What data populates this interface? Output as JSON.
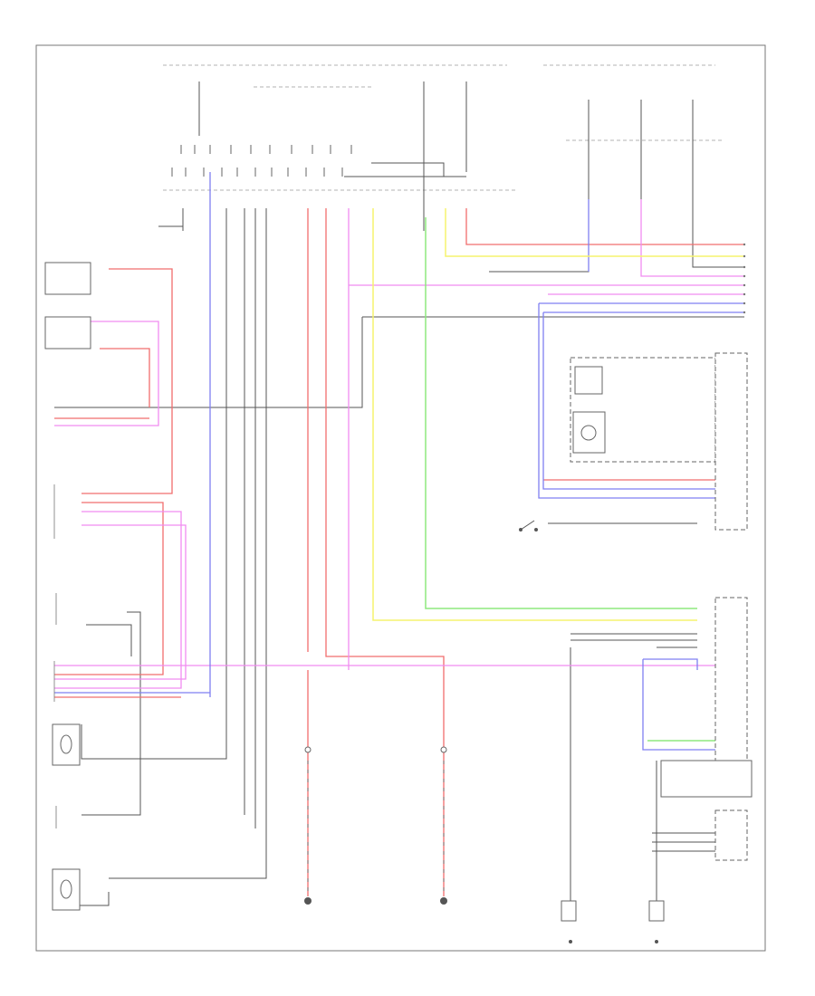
{
  "diagram": {
    "title": "",
    "page_label": "",
    "colors": {
      "red": "#f06d6d",
      "pink": "#f08cf0",
      "blue": "#7f7ff2",
      "yellow": "#f5f36e",
      "green": "#8de87f",
      "black": "#555555",
      "frame": "#777777",
      "dash": "#9a9a9a"
    },
    "components": [
      {
        "id": "seat-position-sensor-upper",
        "label": ""
      },
      {
        "id": "seat-position-sensor-lower",
        "label": ""
      },
      {
        "id": "right-rear-sensor",
        "label": ""
      },
      {
        "id": "left-ground-module",
        "label": ""
      },
      {
        "id": "luggage-closure-switch",
        "label": ""
      },
      {
        "id": "left-front-speaker-module",
        "label": ""
      },
      {
        "id": "right-front-speaker-module",
        "label": ""
      },
      {
        "id": "power-rear-closure-module",
        "label": ""
      },
      {
        "id": "luggage-door-closure-assembly",
        "label": ""
      }
    ],
    "grounds": [
      {
        "id": "ground-left",
        "label": ""
      },
      {
        "id": "ground-center",
        "label": ""
      },
      {
        "id": "ground-right-1",
        "label": ""
      },
      {
        "id": "ground-right-2",
        "label": ""
      }
    ]
  }
}
